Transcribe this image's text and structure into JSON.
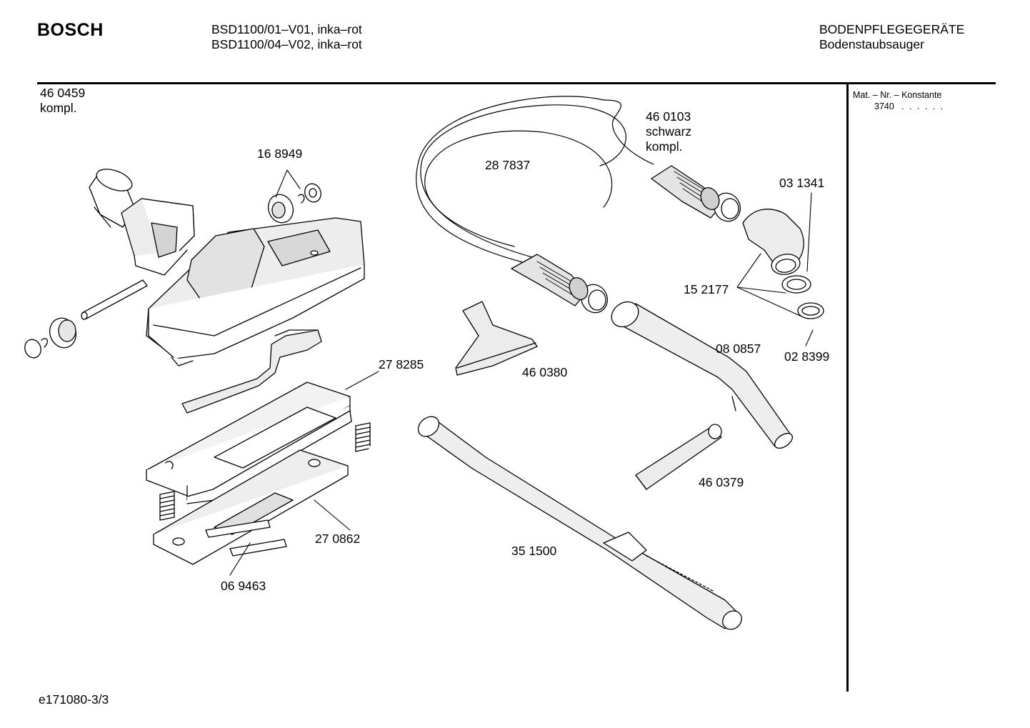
{
  "brand": "BOSCH",
  "header": {
    "models": [
      "BSD1100/01–V01, inka–rot",
      "BSD1100/04–V02, inka–rot"
    ],
    "category": "BODENPFLEGEGERÄTE",
    "subcategory": "Bodenstaubsauger"
  },
  "side_panel": {
    "title": "Mat. – Nr. – Konstante",
    "value": "3740",
    "dots": ". .   . . . ."
  },
  "assembly": {
    "number": "46 0459",
    "note": "kompl."
  },
  "parts": {
    "p168949": "16 8949",
    "p287837": "28 7837",
    "p460103": "46 0103",
    "p460103_note1": "schwarz",
    "p460103_note2": "kompl.",
    "p031341": "03 1341",
    "p152177": "15 2177",
    "p028399": "02 8399",
    "p080857": "08 0857",
    "p460380": "46 0380",
    "p278285": "27 8285",
    "p270862": "27 0862",
    "p069463": "06 9463",
    "p351500": "35 1500",
    "p460379": "46 0379"
  },
  "footer": {
    "page_code": "e171080-3/3"
  }
}
